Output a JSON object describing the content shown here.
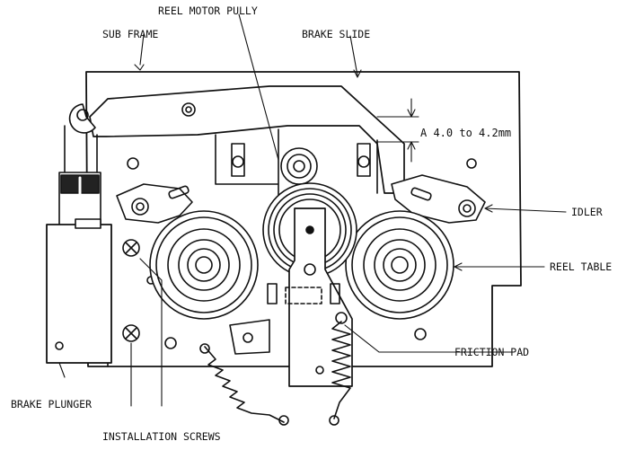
{
  "labels": {
    "reel_motor_pully": "REEL MOTOR PULLY",
    "sub_frame": "SUB FRAME",
    "brake_slide": "BRAKE SLIDE",
    "dimension": "A 4.0 to 4.2mm",
    "idler": "IDLER",
    "reel_table": "REEL TABLE",
    "friction_pad": "FRICTION PAD",
    "brake_plunger": "BRAKE PLUNGER",
    "installation_screws": "INSTALLATION SCREWS"
  }
}
